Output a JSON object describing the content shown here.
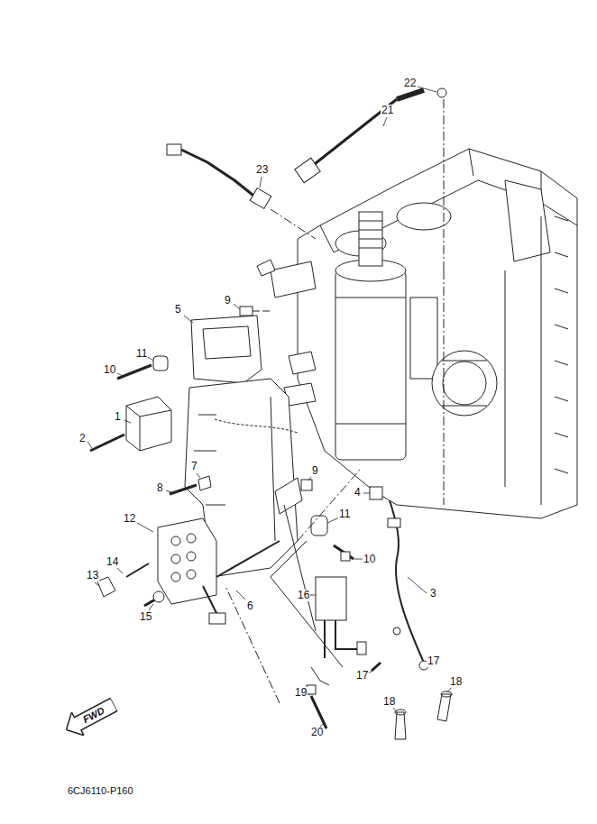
{
  "diagram": {
    "nodes": [
      {
        "text": [
          "FWD"
        ]
      }
    ],
    "labels": [
      "22",
      "21",
      "23",
      "9",
      "5",
      "11",
      "10",
      "1",
      "2",
      "7",
      "8",
      "9",
      "4",
      "12",
      "11",
      "14",
      "13",
      "6",
      "10",
      "3",
      "16",
      "15",
      "17",
      "17",
      "18",
      "18",
      "19",
      "20",
      "6CJ6110-P160"
    ]
  }
}
